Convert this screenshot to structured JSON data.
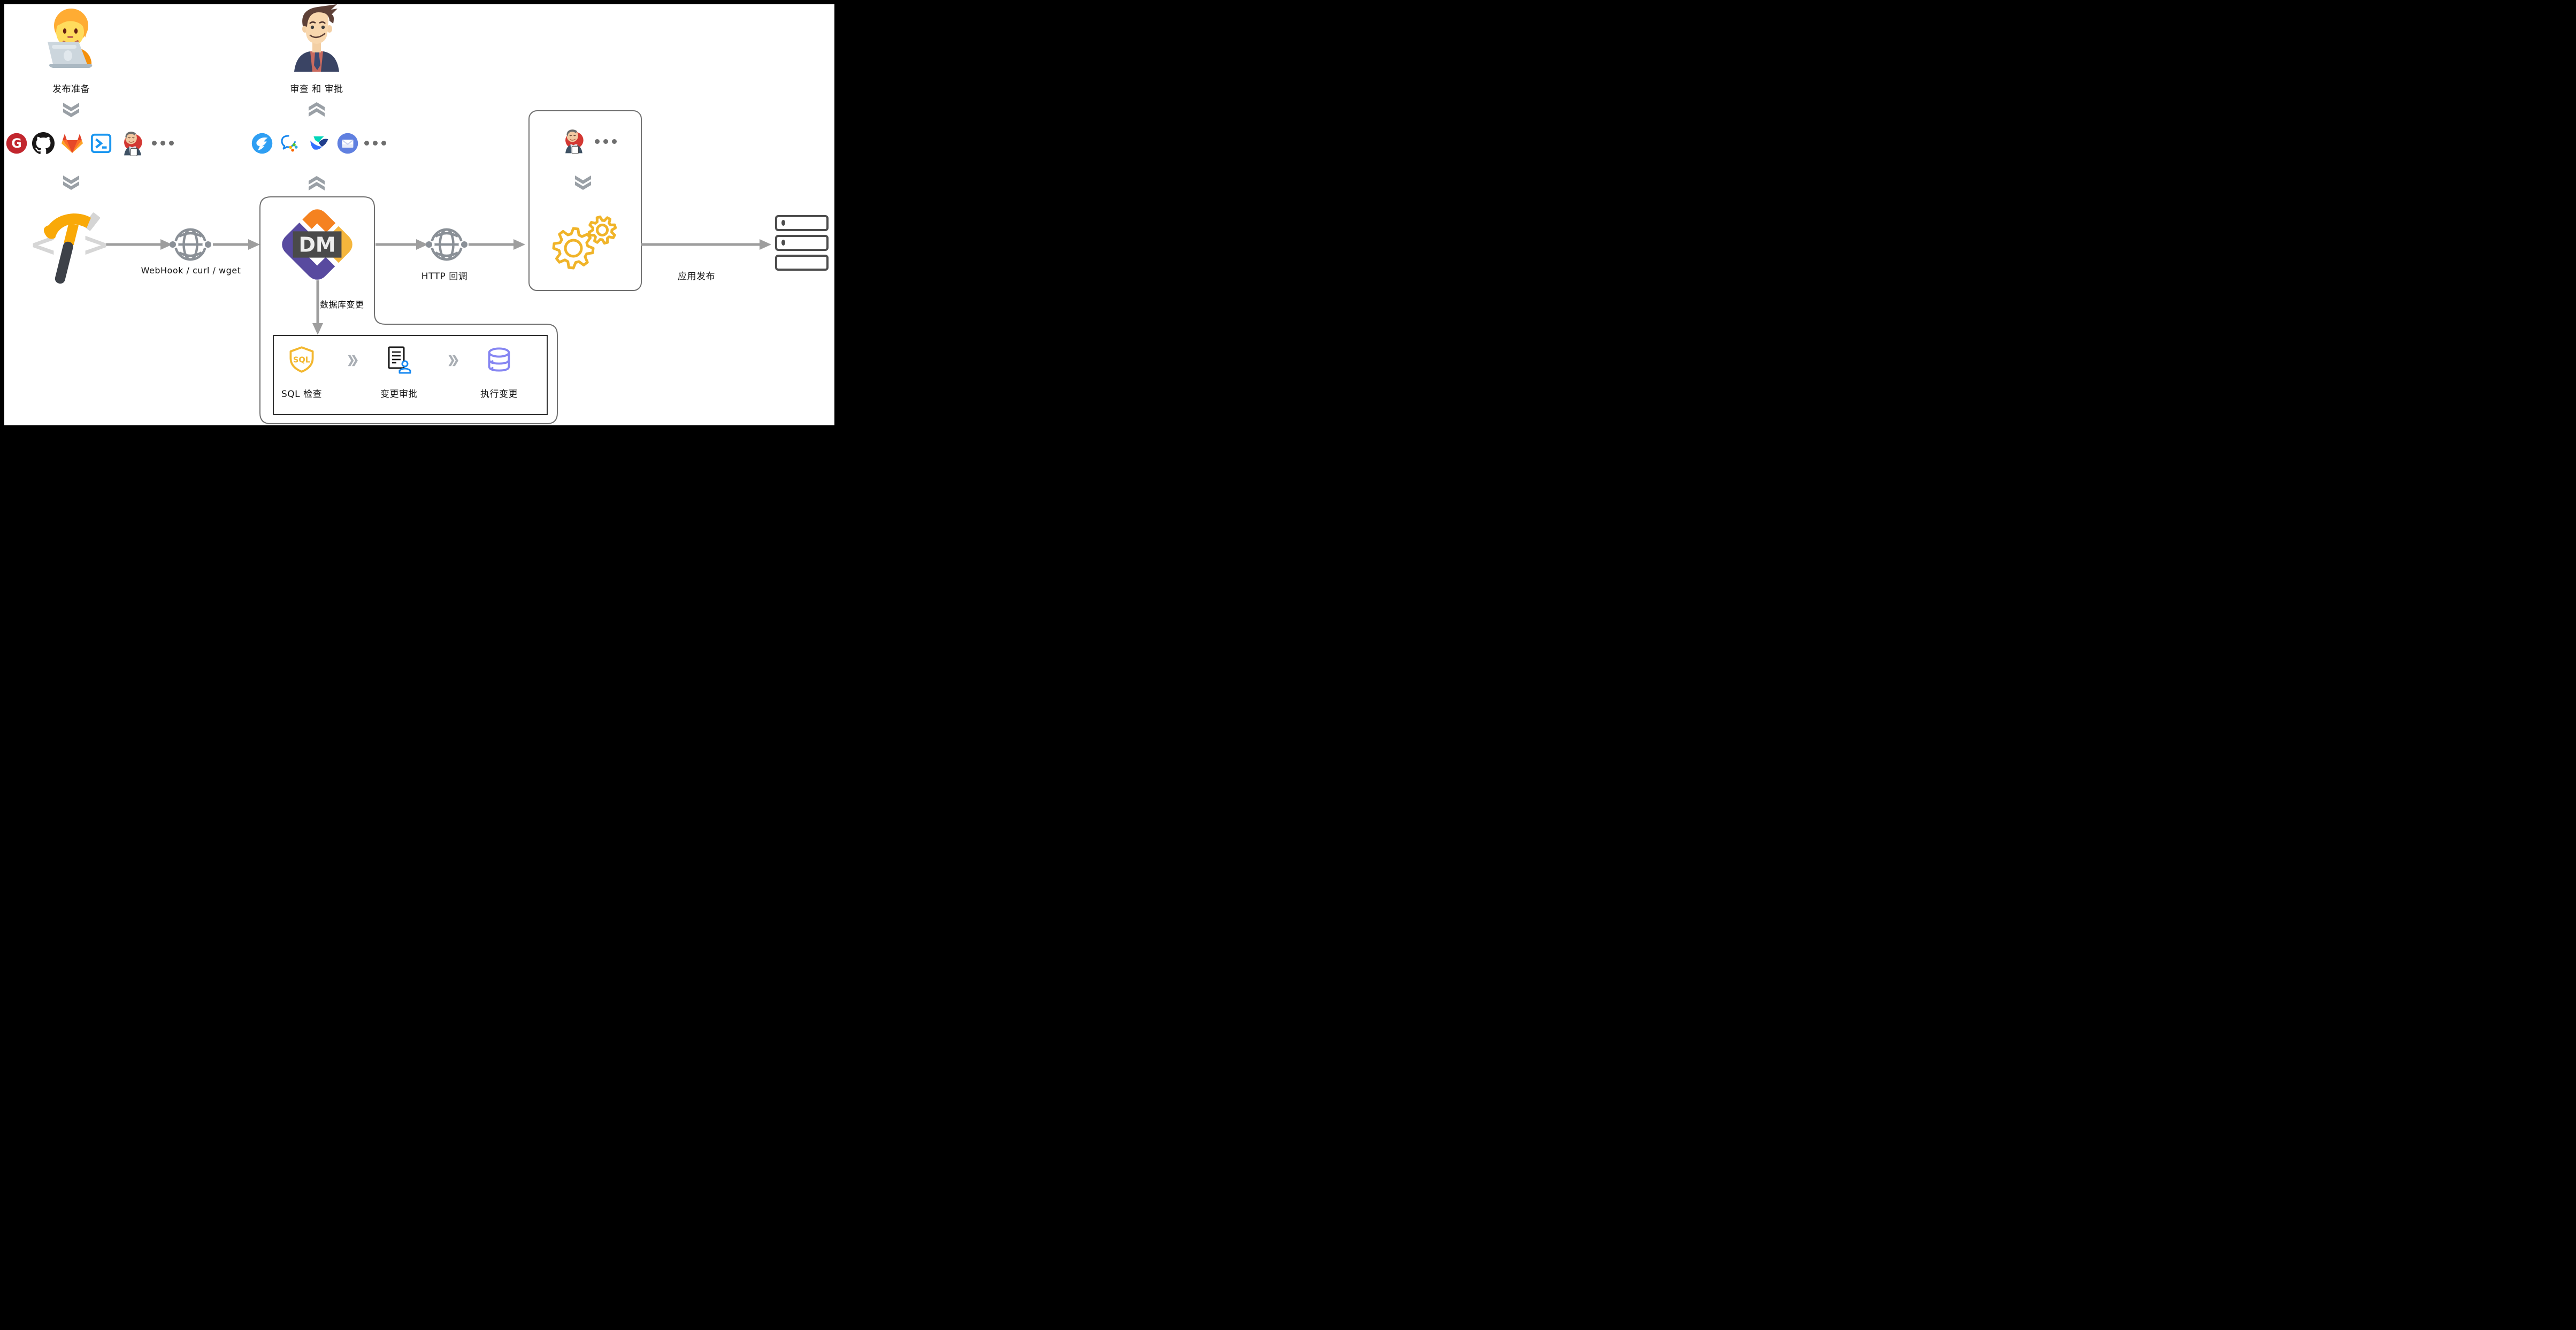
{
  "diagram": {
    "prepare_label": "发布准备",
    "review_label": "审查 和 审批",
    "webhook_label": "WebHook / curl / wget",
    "http_callback_label": "HTTP 回调",
    "db_change_label": "数据库变更",
    "app_release_label": "应用发布",
    "dm_text": "DM",
    "steps": [
      {
        "label": "SQL 检查",
        "icon": "sql-shield-icon"
      },
      {
        "label": "变更审批",
        "icon": "document-stamp-icon"
      },
      {
        "label": "执行变更",
        "icon": "database-icon"
      }
    ]
  },
  "tools": {
    "build_sources": [
      "gerrit",
      "github",
      "gitlab",
      "terminal",
      "jenkins",
      "more"
    ],
    "notification_channels": [
      "dingtalk",
      "wecom",
      "feishu",
      "mail",
      "more"
    ],
    "deploy_executors": [
      "jenkins",
      "more",
      "gears"
    ],
    "release_target": "server-stack"
  },
  "colors": {
    "arrow": "#9e9e9e",
    "outline": "#6f6f6f",
    "inner_box_border": "#2f2f2f",
    "label_text": "#141414",
    "dm_orange": "#f58220",
    "dm_yellow": "#f5b63c",
    "dm_purple": "#584a9f",
    "dm_center_box": "#4a4a4a",
    "gear_gold": "#f0b429",
    "sql_shield_gold": "#f3b72f",
    "database_purple": "#8585f2",
    "stamp_blue": "#1889f2",
    "globe_gray": "#8a9097",
    "frame": "#000000"
  }
}
